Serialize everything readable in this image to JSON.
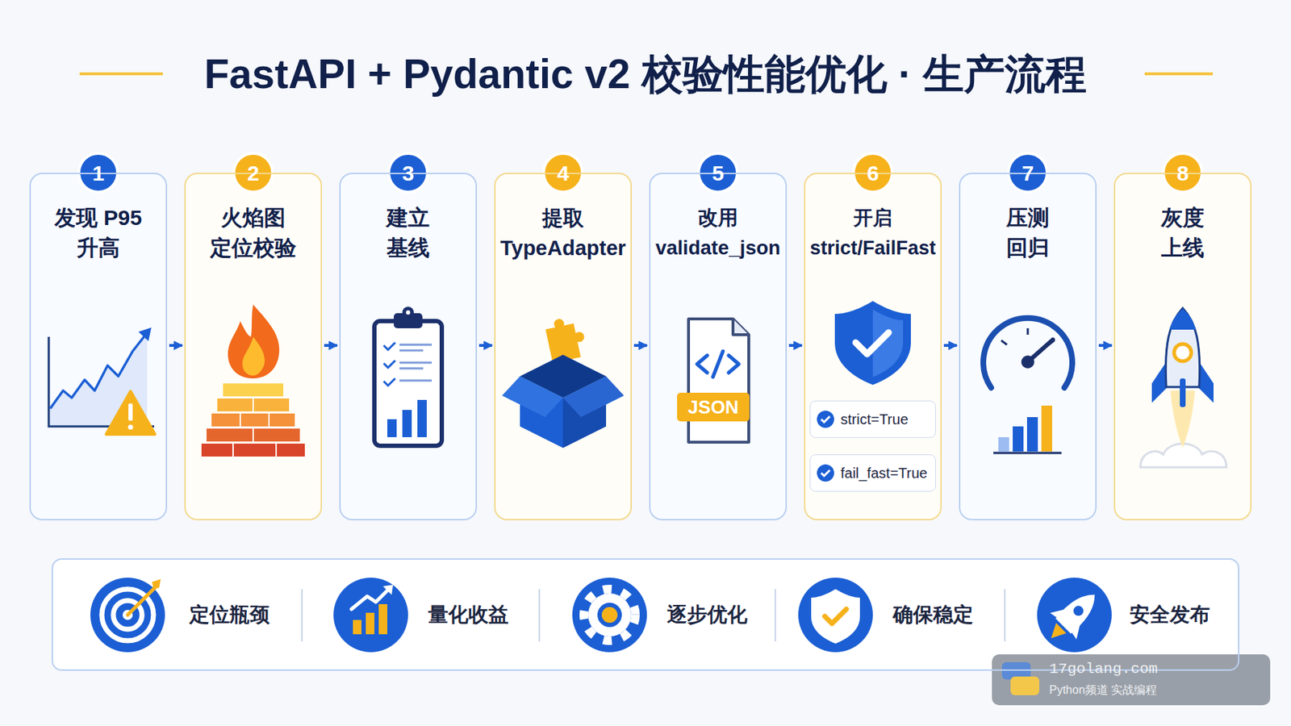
{
  "diagram": {
    "title": "FastAPI + Pydantic v2 校验性能优化 · 生产流程",
    "nodes": [
      {
        "text": [
          "1",
          "发现 P95 升高"
        ]
      },
      {
        "text": [
          "2",
          "火焰图 定位校验"
        ]
      },
      {
        "text": [
          "3",
          "建立 基线"
        ]
      },
      {
        "text": [
          "4",
          "提取 TypeAdapter"
        ]
      },
      {
        "text": [
          "5",
          "改用 validate_json"
        ]
      },
      {
        "text": [
          "6",
          "开启 strict/FailFast"
        ]
      },
      {
        "text": [
          "strict=True"
        ],
        "in": 5
      },
      {
        "text": [
          "fail_fast=True"
        ],
        "in": 5
      },
      {
        "text": [
          "7",
          "压测 回归"
        ]
      },
      {
        "text": [
          "8",
          "灰度 上线"
        ]
      },
      {
        "text": [
          "定位瓶颈",
          "量化收益",
          "逐步优化",
          "确保稳定",
          "安全发布"
        ]
      }
    ],
    "edges": [
      {
        "from": 0,
        "to": 1,
        "arrow": "to"
      },
      {
        "from": 1,
        "to": 2,
        "arrow": "to"
      },
      {
        "from": 2,
        "to": 3,
        "arrow": "to"
      },
      {
        "from": 3,
        "to": 4,
        "arrow": "to"
      },
      {
        "from": 4,
        "to": 5,
        "arrow": "to"
      },
      {
        "from": 5,
        "to": 8,
        "arrow": "to"
      },
      {
        "from": 8,
        "to": 9,
        "arrow": "to"
      }
    ],
    "labels": [
      "JSON",
      "17golang.com",
      "Python频道 实战编程"
    ]
  }
}
